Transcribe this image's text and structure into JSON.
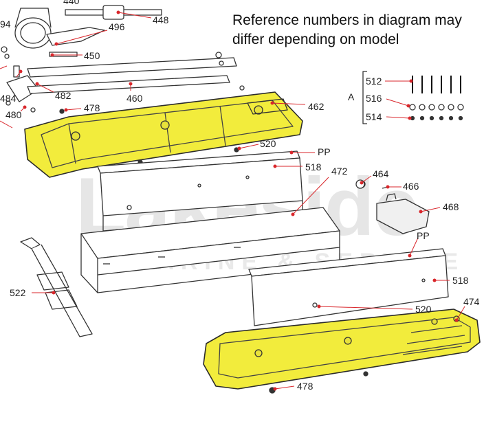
{
  "note": {
    "line1": "Reference numbers in diagram may",
    "line2": "differ depending on model"
  },
  "watermark": {
    "main": "Lakeside",
    "sub": "MARINE & SERVICE"
  },
  "colors": {
    "highlight": "#f2ec3c",
    "leader": "#d9262b",
    "line": "#333333"
  },
  "callouts": {
    "c440": "440",
    "c448": "448",
    "c496": "496",
    "c450": "450",
    "c494": "94",
    "c484": "484",
    "c482": "482",
    "c460": "460",
    "c480": "480",
    "c478a": "478",
    "c462": "462",
    "c520a": "520",
    "cppa": "PP",
    "c518a": "518",
    "c472": "472",
    "c464": "464",
    "c466": "466",
    "c468": "468",
    "cppb": "PP",
    "c518b": "518",
    "c522": "522",
    "c520b": "520",
    "c474": "474",
    "c478b": "478"
  },
  "hardware_kit": {
    "group_label": "A",
    "items": [
      "512",
      "516",
      "514"
    ]
  }
}
